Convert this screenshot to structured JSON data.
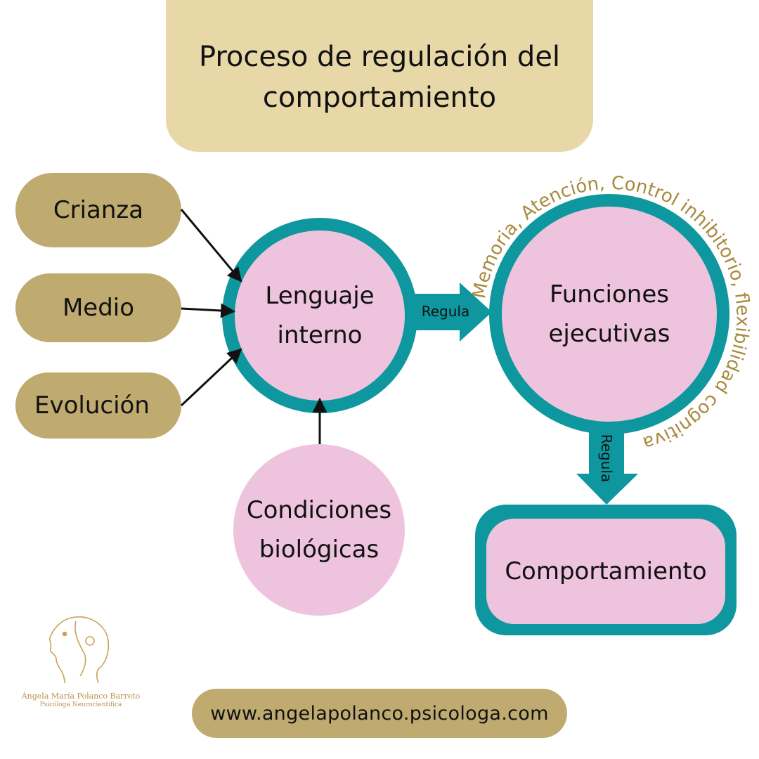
{
  "title": "Proceso de regulación del comportamiento",
  "inputs": {
    "crianza": "Crianza",
    "medio": "Medio",
    "evolucion": "Evolución"
  },
  "lenguaje_interno": "Lenguaje interno",
  "condiciones_biologicas": "Condiciones biológicas",
  "funciones_ejecutivas": "Funciones ejecutivas",
  "funciones_arc_text": "Memoria, Atención, Control inhibitorio, flexibilidad cognitiva",
  "arrow_right_label": "Regula",
  "arrow_down_label": "Regula",
  "comportamiento": "Comportamiento",
  "website": "www.angelapolanco.psicologa.com",
  "logo": {
    "name": "Ángela María Polanco Barreto",
    "role": "Psicóloga Neurocientífica"
  },
  "colors": {
    "beige": "#e8d8a8",
    "gold": "#bfab70",
    "teal": "#0e979e",
    "pink": "#edc3de",
    "arc_text": "#a88a3e"
  }
}
